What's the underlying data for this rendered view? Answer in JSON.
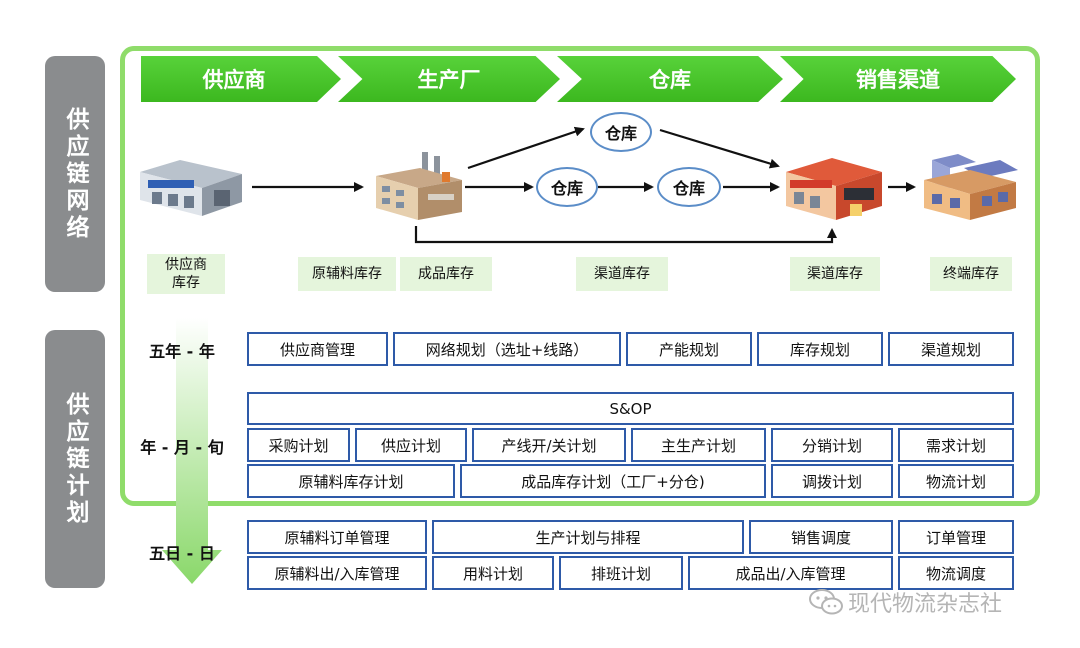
{
  "network": {
    "side_label": "供应链网络",
    "chevrons": [
      "供应商",
      "生产厂",
      "仓库",
      "销售渠道"
    ],
    "warehouses": [
      "仓库",
      "仓库",
      "仓库"
    ],
    "inventory_tags": [
      "供应商\n库存",
      "原辅料库存",
      "成品库存",
      "渠道库存",
      "渠道库存",
      "终端库存"
    ]
  },
  "planning": {
    "side_label": "供应链计划",
    "rows": [
      {
        "label": "五年 - 年",
        "boxes": [
          "供应商管理",
          "网络规划（选址+线路）",
          "产能规划",
          "库存规划",
          "渠道规划"
        ]
      },
      {
        "label": "年 - 月 - 旬",
        "sop": "S&OP",
        "line1": [
          "采购计划",
          "供应计划",
          "产线开/关计划",
          "主生产计划",
          "分销计划",
          "需求计划"
        ],
        "line2": [
          "原辅料库存计划",
          "成品库存计划（工厂+分仓)",
          "调拨计划",
          "物流计划"
        ]
      },
      {
        "label": "五日 - 日",
        "line1": [
          "原辅料订单管理",
          "生产计划与排程",
          "销售调度",
          "订单管理"
        ],
        "line2": [
          "原辅料出/入库管理",
          "用料计划",
          "排班计划",
          "成品出/入库管理",
          "物流调度"
        ]
      }
    ]
  },
  "watermark": "现代物流杂志社",
  "colors": {
    "green": "#4cc52c",
    "frame_green": "#8fdc6a",
    "box_border": "#2e5aa8",
    "side_gray": "#8a8c8e",
    "tag_bg": "#e5f5dc"
  }
}
